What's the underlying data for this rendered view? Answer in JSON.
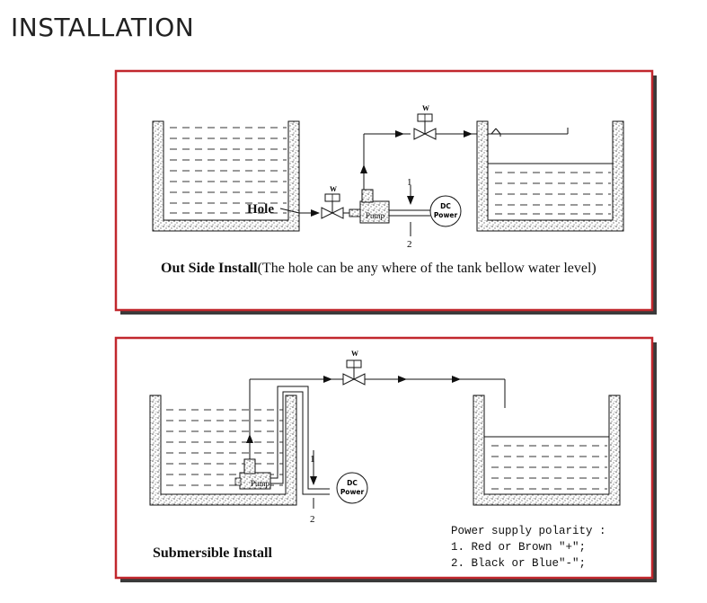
{
  "page": {
    "title": "INSTALLATION"
  },
  "colors": {
    "frame_border": "#c1272d",
    "frame_shadow": "#3a3a3a",
    "line": "#111111"
  },
  "top_panel": {
    "caption_bold": "Out Side Install",
    "caption_rest": "(The hole can be any where of the tank bellow water level)",
    "hole_label": "Hole",
    "pump_label": "Pump",
    "dc_line1": "DC",
    "dc_line2": "Power",
    "valve_letter_left": "W",
    "valve_letter_top": "W",
    "wire_1": "1",
    "wire_2": "2"
  },
  "bottom_panel": {
    "caption_bold": "Submersible Install",
    "pump_label": "Pump",
    "dc_line1": "DC",
    "dc_line2": "Power",
    "valve_letter": "W",
    "wire_1": "1",
    "wire_2": "2",
    "polarity_title": "Power supply polarity :",
    "polarity_line1": "1. Red or Brown \"+\";",
    "polarity_line2": "2. Black or Blue\"-\";"
  }
}
